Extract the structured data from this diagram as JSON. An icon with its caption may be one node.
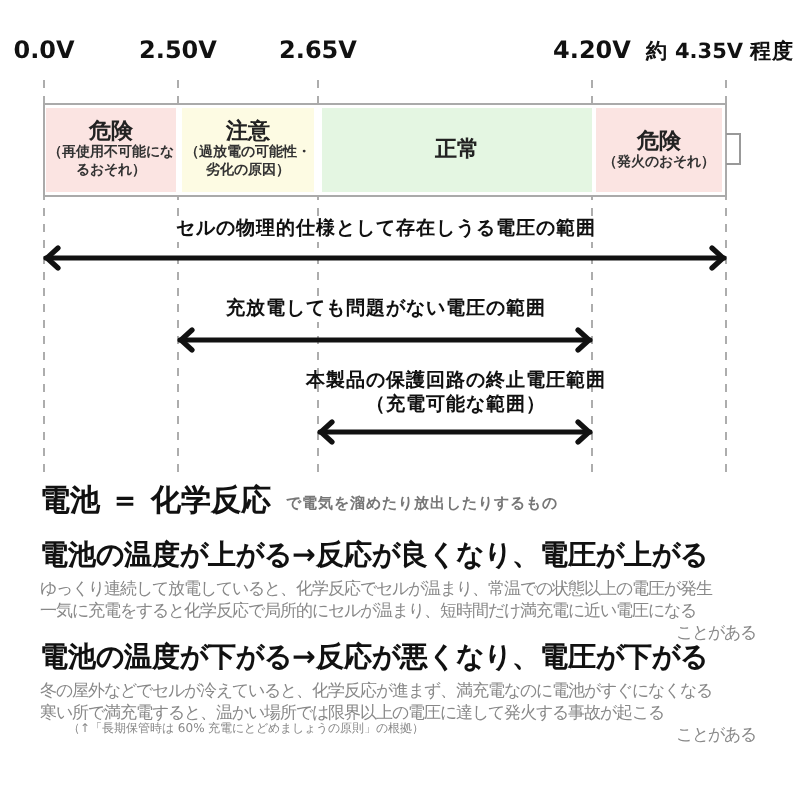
{
  "diagram": {
    "nodes": [
      {
        "text": [
          "危険",
          "（再使用不可能になるおそれ）"
        ]
      },
      {
        "text": [
          "注意",
          "（過放電の可能性・劣化の原因）"
        ]
      },
      {
        "text": [
          "正常"
        ]
      },
      {
        "text": [
          "危険",
          "（発火のおそれ）"
        ]
      }
    ],
    "labels": [
      "0.0V",
      "2.50V",
      "2.65V",
      "4.20V",
      "約 4.35V 程度",
      "セルの物理的仕様として存在しうる電圧の範囲",
      "充放電しても問題がない電圧の範囲",
      "本製品の保護回路の終止電圧範囲",
      "（充電可能な範囲）",
      "電池 ＝ 化学反応",
      "で電気を溜めたり放出したりするもの",
      "電池の温度が上がる→反応が良くなり、電圧が上がる",
      "ゆっくり連続して放電していると、化学反応でセルが温まり、常温での状態以上の電圧が発生",
      "一気に充電をすると化学反応で局所的にセルが温まり、短時間だけ満充電に近い電圧になる",
      "ことがある",
      "電池の温度が下がる→反応が悪くなり、電圧が下がる",
      "冬の屋外などでセルが冷えていると、化学反応が進まず、満充電なのに電池がすぐになくなる",
      "寒い所で満充電すると、温かい場所では限界以上の電圧に達して発火する事故が起こる",
      "（↑「長期保管時は 60% 充電にとどめましょうの原則」の根拠）",
      "ことがある"
    ]
  }
}
